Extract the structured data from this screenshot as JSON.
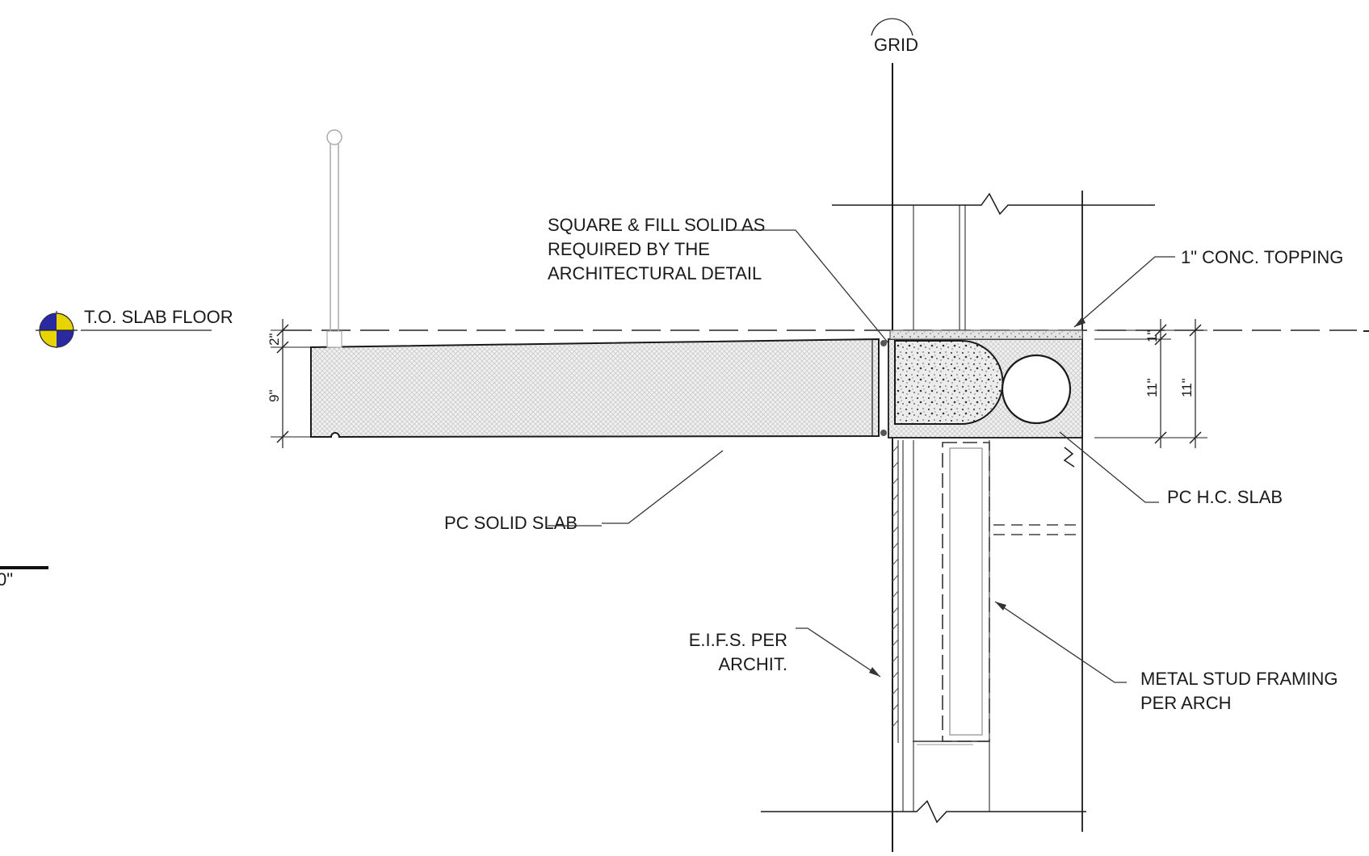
{
  "grid": {
    "label": "GRID"
  },
  "level_marker": {
    "label": "T.O. SLAB FLOOR",
    "symbol_colors": [
      "#e8d400",
      "#2a2aa0"
    ]
  },
  "notes": {
    "square_fill": [
      "SQUARE & FILL SOLID AS",
      "REQUIRED BY THE",
      "ARCHITECTURAL DETAIL"
    ],
    "topping": "1\" CONC. TOPPING",
    "solid_slab": "PC SOLID SLAB",
    "hc_slab": "PC H.C. SLAB",
    "eifs": [
      "E.I.F.S. PER",
      "ARCHIT."
    ],
    "metal_stud": [
      "METAL STUD FRAMING",
      "PER ARCH"
    ]
  },
  "dimensions": {
    "solid_topping": "2\"",
    "solid_depth": "9\"",
    "hc_topping": "1\"",
    "hc_depth": "11\"",
    "hc_total": "11\""
  },
  "scale_fragment": "0\""
}
